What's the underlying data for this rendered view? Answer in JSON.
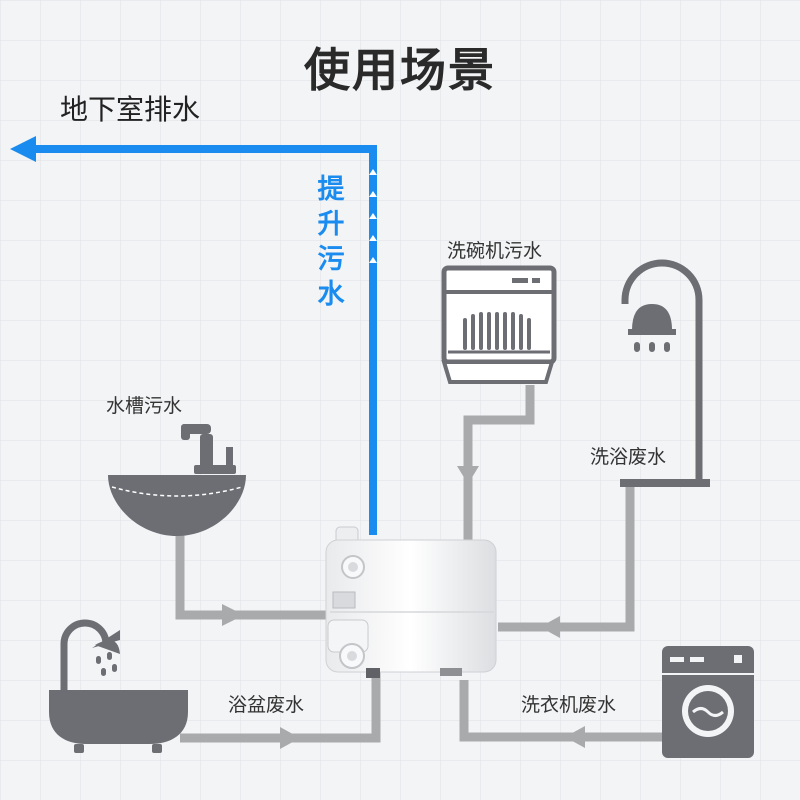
{
  "title": "使用场景",
  "outlet_label": "地下室排水",
  "lift_label": [
    "提",
    "升",
    "污",
    "水"
  ],
  "sources": {
    "dishwasher": "洗碗机污水",
    "sink": "水槽污水",
    "shower": "洗浴废水",
    "bathtub": "浴盆废水",
    "washer": "洗衣机废水"
  },
  "colors": {
    "background": "#f3f4f6",
    "grid": "#e2e4e8",
    "pipe": "#a9aaac",
    "lift_pipe": "#1a8cf0",
    "appliance": "#6c6e74"
  },
  "icons": [
    "sink-icon",
    "faucet-icon",
    "dishwasher-icon",
    "shower-icon",
    "bathtub-icon",
    "washing-machine-icon",
    "pump-unit"
  ]
}
